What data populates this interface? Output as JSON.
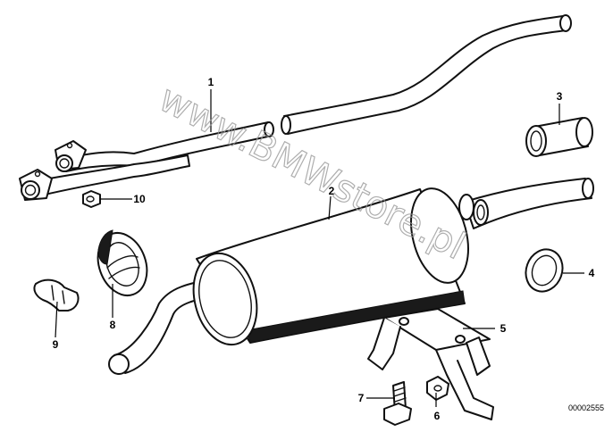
{
  "callouts": {
    "c1": "1",
    "c2": "2",
    "c3": "3",
    "c4": "4",
    "c5": "5",
    "c6": "6",
    "c7": "7",
    "c8": "8",
    "c9": "9",
    "c10": "10"
  },
  "reference_code": "00002555",
  "watermark": "www.BMWstore.pl"
}
